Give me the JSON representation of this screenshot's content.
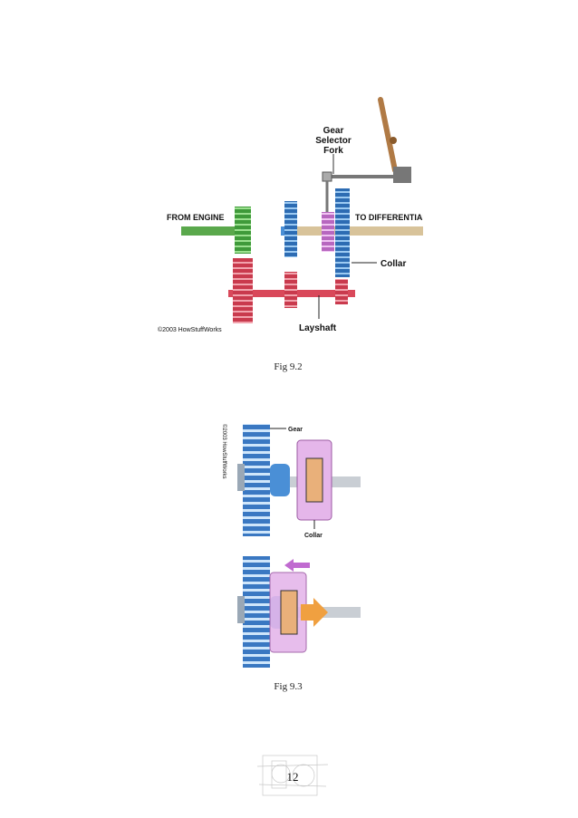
{
  "fig1": {
    "labels": {
      "gear_selector": [
        "Gear",
        "Selector",
        "Fork"
      ],
      "from_engine": "FROM ENGINE",
      "to_differential": "TO DIFFERENTIAL",
      "collar": "Collar",
      "layshaft": "Layshaft",
      "copyright": "©2003 HowStuffWorks"
    },
    "caption": "Fig 9.2"
  },
  "fig2": {
    "labels": {
      "gear": "Gear",
      "collar": "Collar",
      "copyright": "©2003 HowStuffWorks"
    },
    "caption": "Fig 9.3"
  },
  "page_number": "12",
  "colors": {
    "green": "#3f9a3a",
    "blue": "#4a8fd6",
    "red": "#d9485a",
    "pink": "#d88ad9",
    "tan": "#d8c39a",
    "orange": "#f0a040"
  }
}
